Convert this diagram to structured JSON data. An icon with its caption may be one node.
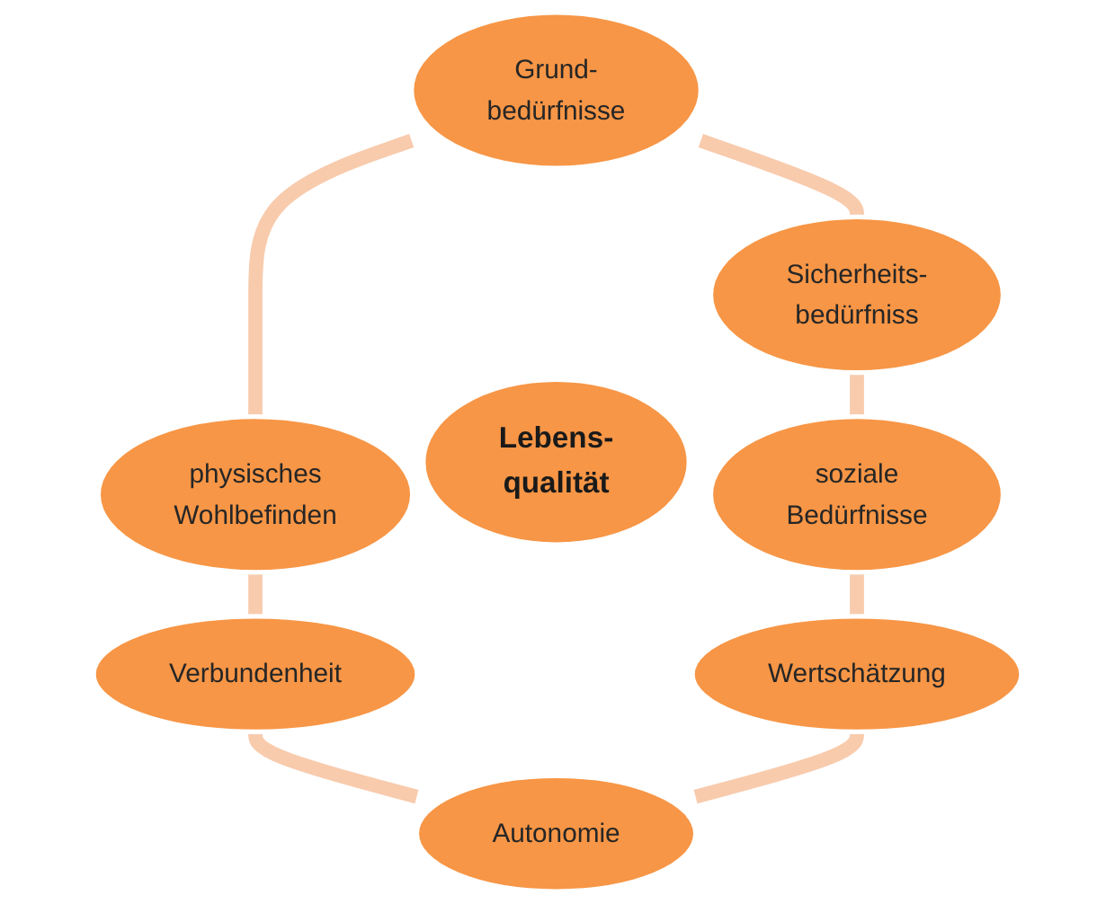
{
  "diagram": {
    "nodes": [
      {
        "text": [
          "Grund- bedürfnisse"
        ]
      },
      {
        "text": [
          "physisches Wohlbefinden"
        ]
      },
      {
        "text": [
          "Sicherheits- bedürfniss"
        ]
      },
      {
        "text": [
          "Lebens- qualität"
        ]
      },
      {
        "text": [
          "Verbundenheit"
        ]
      },
      {
        "text": [
          "soziale Bedürfnisse"
        ]
      },
      {
        "text": [
          "Autonomie"
        ]
      },
      {
        "text": [
          "Wertschätzung"
        ]
      }
    ],
    "edges": [
      {
        "from": 0,
        "to": 2,
        "arrow": "none"
      },
      {
        "from": 2,
        "to": 5,
        "arrow": "none"
      },
      {
        "from": 5,
        "to": 7,
        "arrow": "none"
      },
      {
        "from": 7,
        "to": 6,
        "arrow": "none"
      },
      {
        "from": 4,
        "to": 6,
        "arrow": "none"
      },
      {
        "from": 1,
        "to": 4,
        "arrow": "none"
      },
      {
        "from": 0,
        "to": 1,
        "arrow": "none"
      }
    ]
  }
}
